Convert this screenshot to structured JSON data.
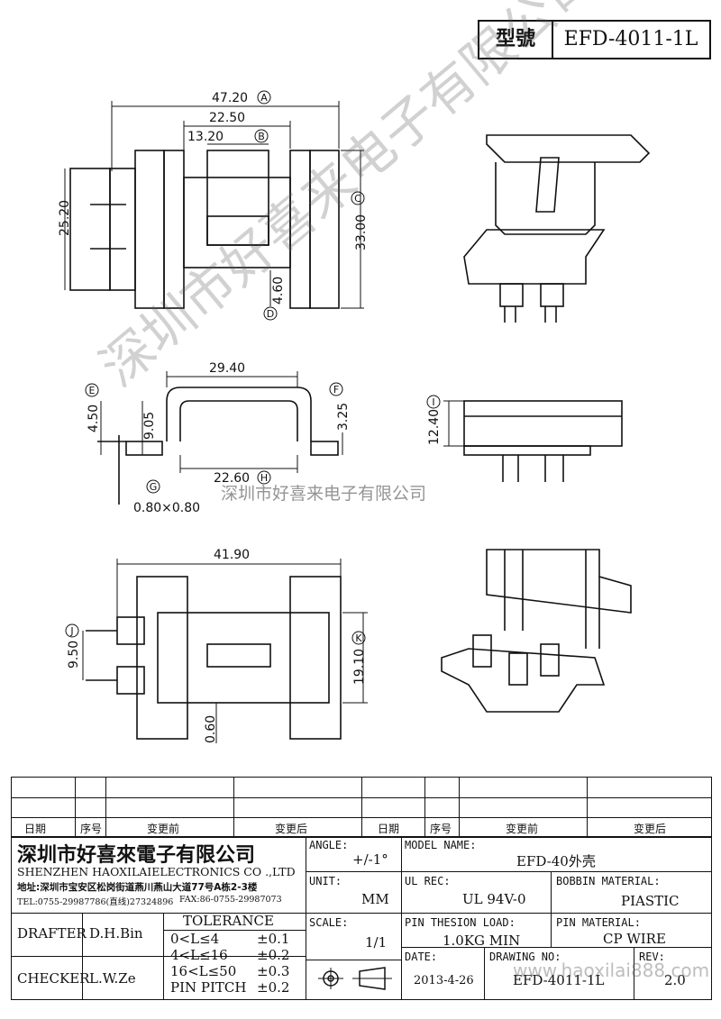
{
  "header": {
    "model_label": "型號",
    "model_value": "EFD-4011-1L"
  },
  "dimensions": {
    "top_width_a": "47.20",
    "a": "A",
    "mid_width": "22.50",
    "inner_width_b": "13.20",
    "b": "B",
    "left_height": "25.20",
    "right_height_c": "33.00",
    "c": "C",
    "slot_d": "4.60",
    "d": "D",
    "side_e": "4.50",
    "e": "E",
    "side_905": "9.05",
    "side_width": "29.40",
    "side_f": "3.25",
    "f": "F",
    "side_h": "22.60",
    "h": "H",
    "pin_g": "0.80×0.80",
    "g": "G",
    "front_i": "12.40",
    "i": "I",
    "bottom_width": "41.90",
    "bottom_j": "9.50",
    "j": "J",
    "bottom_k": "19.10",
    "k": "K",
    "bottom_060": "0.60"
  },
  "watermark": {
    "company": "深圳市好喜来电子有限公司"
  },
  "revision_table": {
    "headers": [
      "日期",
      "序号",
      "变更前",
      "变更后",
      "日期",
      "序号",
      "变更前",
      "变更后"
    ]
  },
  "title_block": {
    "company_cn": "深圳市好喜來電子有限公司",
    "company_en": "SHENZHEN HAOXILAIELECTRONICS CO .,LTD",
    "address": "地址:深圳市宝安区松岗街道燕川燕山大道77号A栋2-3楼",
    "tel": "TEL:0755-29987786(直线)27324896",
    "fax": "FAX:86-0755-29987073",
    "angle_label": "ANGLE:",
    "angle_value": "+/-1°",
    "model_name_label": "MODEL NAME:",
    "model_name_value": "EFD-40外壳",
    "unit_label": "UNIT:",
    "unit_value": "MM",
    "ul_rec_label": "UL REC:",
    "ul_rec_value": "UL 94V-0",
    "bobbin_label": "BOBBIN MATERIAL:",
    "bobbin_value": "PIASTIC",
    "drafter_label": "DRAFTER",
    "drafter_value": "D.H.Bin",
    "tolerance_label": "TOLERANCE",
    "tolerances": [
      {
        "range": "0<L≤4",
        "value": "±0.1"
      },
      {
        "range": "4<L≤16",
        "value": "±0.2"
      },
      {
        "range": "16<L≤50",
        "value": "±0.3"
      },
      {
        "range": "PIN PITCH",
        "value": "±0.2"
      }
    ],
    "scale_label": "SCALE:",
    "scale_value": "1/1",
    "pin_load_label": "PIN THESION LOAD:",
    "pin_load_value": "1.0KG MIN",
    "pin_material_label": "PIN MATERIAL:",
    "pin_material_value": "CP  WIRE",
    "checker_label": "CHECKER",
    "checker_value": "L.W.Ze",
    "date_label": "DATE:",
    "date_value": "2013-4-26",
    "drawing_no_label": "DRAWING NO:",
    "drawing_no_value": "EFD-4011-1L",
    "rev_label": "REV:",
    "rev_value": "2.0",
    "url": "www.haoxilai888.com"
  }
}
